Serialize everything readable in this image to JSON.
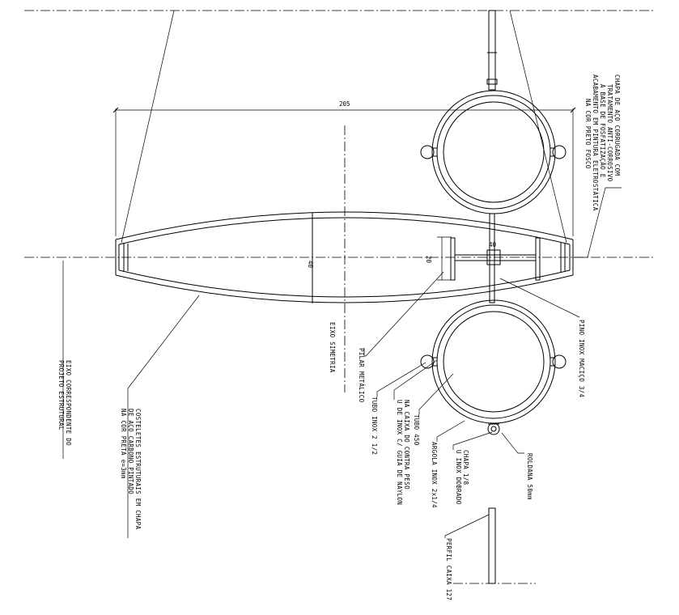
{
  "dimensions": {
    "width_205": "205",
    "height_40": "40",
    "pin_40": "40",
    "pillar_20": "20"
  },
  "labels": {
    "chapa": [
      "CHAPA DE AÇO CORRUGADA COM",
      "TRATAMENTO ANTI-CORROSIVO",
      "À BASE DE FOSFATIZAÇÃO E",
      "ACABAMENTO EM PINTURA ELETROSTÁTICA",
      "NA COR PRETO FOSCO"
    ],
    "pino": [
      "PINO INOX MACIÇO 3/4"
    ],
    "eixo_simetria": [
      "EIXO SIMETRIA"
    ],
    "pilar": [
      "PILAR METÁLICO"
    ],
    "tubo_inox": [
      "TUBO INOX 2 1/2"
    ],
    "u_inox_guia": [
      "U DE INOX C/ GUIA DE NAYLON",
      "NA CAIXA DO CONTRA PESO"
    ],
    "tubo_450": [
      "TUBO 450"
    ],
    "argola": [
      "ARGOLA INOX 2x1/4"
    ],
    "u_inox_dobrado": [
      "U INOX DOBRADO",
      "CHAPA 1/8"
    ],
    "roldana": [
      "ROLDANA 50mm"
    ],
    "perfil": [
      "PERFIL CAIXA 127"
    ],
    "costeletes": [
      "COSTELETES ESTRUTURAIS EM CHAPA",
      "DE AÇO CARBONO PINTADO",
      "NA COR PRETA e=3mm"
    ],
    "eixo_estrutural": [
      "EIXO CORRESPONDENTE DO",
      "PROJETO ESTRUTURAL"
    ]
  }
}
